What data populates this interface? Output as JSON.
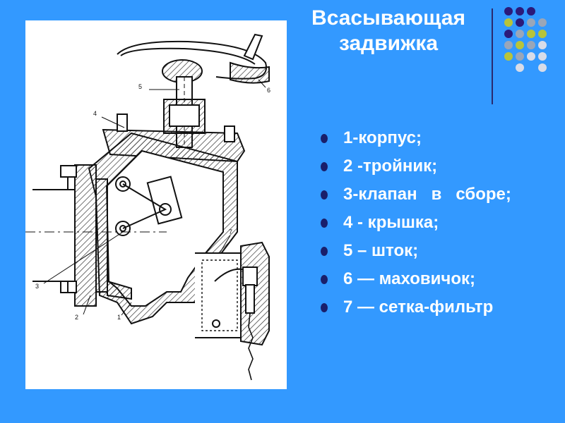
{
  "title": "Всасывающая задвижка",
  "drawing": {
    "callouts": [
      "1",
      "2",
      "3",
      "4",
      "5",
      "6",
      "7"
    ]
  },
  "parts": [
    "1-корпус;",
    "2 -тройник;",
    "3-клапан   в   сборе;",
    "4 - крышка;",
    "5 – шток;",
    "6 — маховичок;",
    "7 — сетка-фильтр"
  ],
  "colors": {
    "background": "#3399ff",
    "bullet": "#1a1f6b",
    "dot_purple": "#2b1a7a",
    "dot_olive": "#b8c43a",
    "dot_grey": "#9aa6b8",
    "dot_light": "#d8dce8"
  }
}
